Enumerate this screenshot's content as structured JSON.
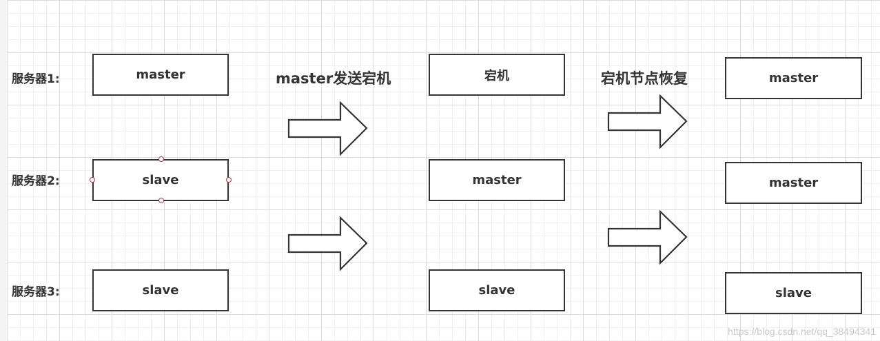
{
  "rows": [
    {
      "label": "服务器1:"
    },
    {
      "label": "服务器2:"
    },
    {
      "label": "服务器3:"
    }
  ],
  "steps": [
    {
      "title": "master发送宕机"
    },
    {
      "title": "宕机节点恢复"
    }
  ],
  "columns": [
    {
      "nodes": [
        "master",
        "slave",
        "slave"
      ]
    },
    {
      "nodes": [
        "宕机",
        "master",
        "slave"
      ]
    },
    {
      "nodes": [
        "master",
        "master",
        "slave"
      ]
    }
  ],
  "watermark": "https://blog.csdn.net/qq_38494341",
  "colors": {
    "stroke": "#333333",
    "handle": "#a33a3a",
    "grid": "#dcdcdc"
  }
}
